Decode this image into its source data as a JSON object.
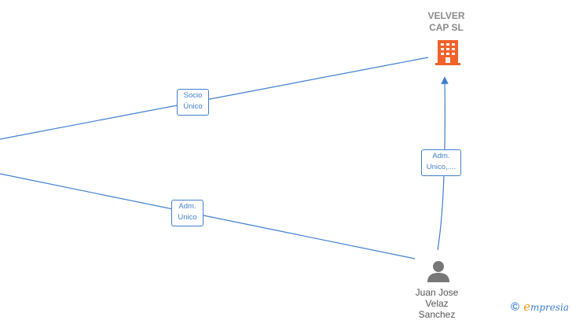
{
  "company": {
    "name_line1": "VELVER",
    "name_line2": "CAP  SL",
    "icon": "building-icon",
    "icon_color": "#f0622a"
  },
  "person": {
    "name_line1": "Juan Jose",
    "name_line2": "Velaz",
    "name_line3": "Sanchez",
    "icon": "person-icon",
    "icon_color": "#777777"
  },
  "edges": [
    {
      "id": "socio-unico",
      "label_line1": "Socio",
      "label_line2": "Único"
    },
    {
      "id": "adm-unico-left",
      "label_line1": "Adm.",
      "label_line2": "Unico"
    },
    {
      "id": "adm-unico-person",
      "label_line1": "Adm.",
      "label_line2": "Unico,...."
    }
  ],
  "edge_color": "#3f7fcf",
  "footer": {
    "copyright_symbol": "©",
    "brand_initial": "e",
    "brand_rest": "mpresia"
  }
}
